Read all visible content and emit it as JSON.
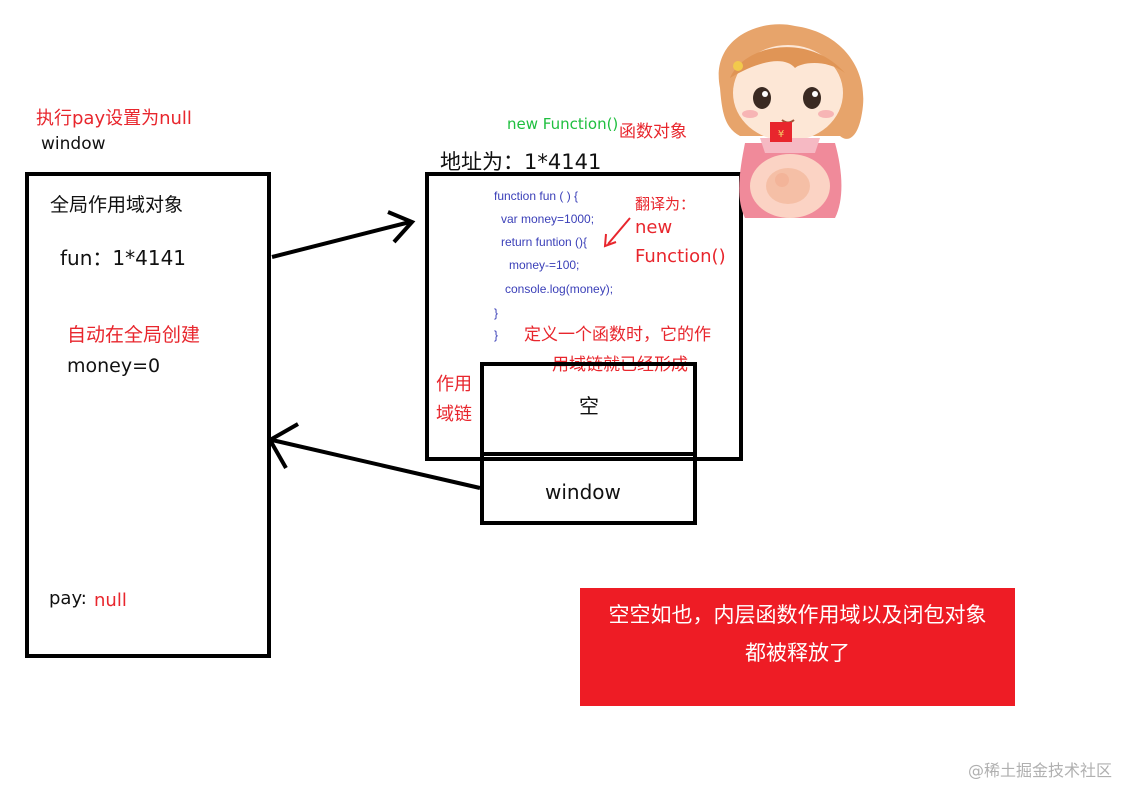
{
  "header": {
    "action_note": "执行pay设置为null",
    "window_label": "window"
  },
  "global_scope": {
    "title": "全局作用域对象",
    "fun_entry": "fun：1*4141",
    "auto_note": "自动在全局创建",
    "money_entry": "money=0",
    "pay_label": "pay:",
    "pay_value": "null"
  },
  "function_object": {
    "constructor_label": "new Function()",
    "object_label": "函数对象",
    "address": "地址为：1*4141",
    "code_lines": [
      "function fun  ( )  {",
      "var money=1000;",
      "return funtion (){",
      "money-=100;",
      "console.log(money);",
      "}",
      "}"
    ],
    "translate_note_line1": "翻译为：",
    "translate_note_line2": "new",
    "translate_note_line3": "Function()",
    "define_note_line1": "定义一个函数时，它的作",
    "define_note_line2": "用域链就已经形成",
    "scope_chain_line1": "作用",
    "scope_chain_line2": "域链",
    "empty_slot": "空",
    "window_slot": "window"
  },
  "banner": {
    "line1": "空空如也，内层函数作用域以及闭包对象",
    "line2": "都被释放了"
  },
  "watermark": "@稀土掘金技术社区",
  "colors": {
    "red": "#e8262d",
    "green": "#1fbf3f",
    "code_blue": "#3a3fb8",
    "banner_red": "#ee1c25"
  }
}
